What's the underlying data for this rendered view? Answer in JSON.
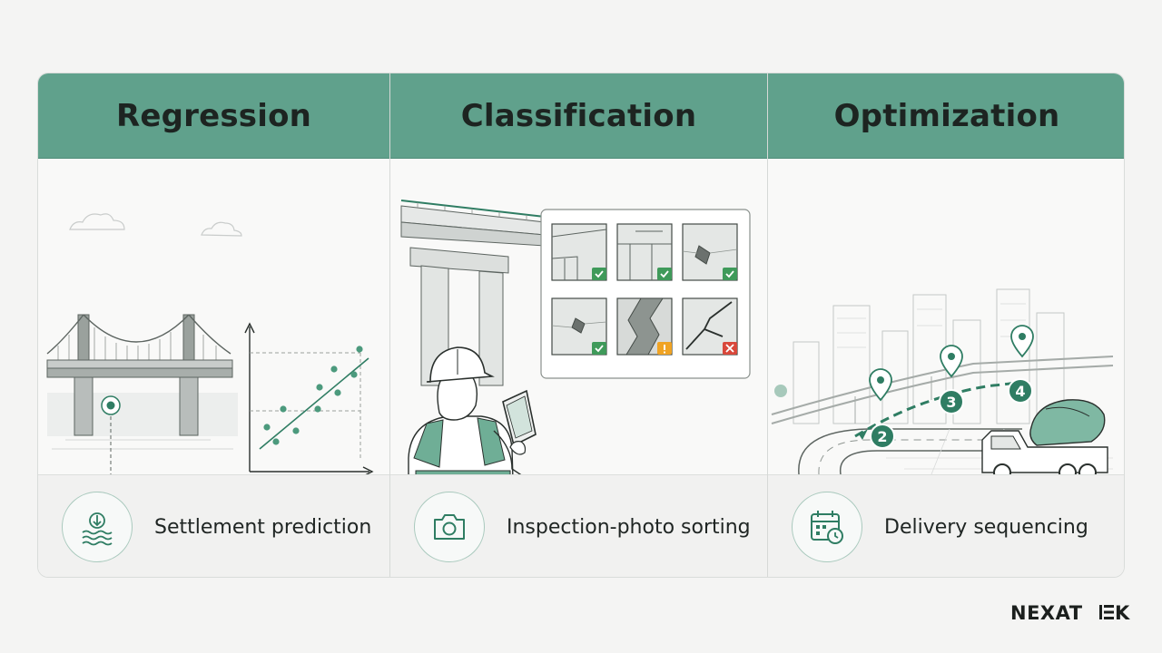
{
  "columns": [
    {
      "title": "Regression",
      "footer_label": "Settlement prediction",
      "footer_icon": "water-level-icon",
      "illustration": "bridge-settlement-scatter-icon"
    },
    {
      "title": "Classification",
      "footer_label": "Inspection-photo sorting",
      "footer_icon": "camera-icon",
      "illustration": "inspector-photo-grid-icon"
    },
    {
      "title": "Optimization",
      "footer_label": "Delivery sequencing",
      "footer_icon": "calendar-clock-icon",
      "illustration": "mixer-truck-route-icon",
      "route_stops": [
        "2",
        "3",
        "4"
      ]
    }
  ],
  "logo": {
    "text": "NEXATEK",
    "left": "NEXAT",
    "right": "K"
  },
  "colors": {
    "header": "#60a18c",
    "accent": "#2f7d63",
    "ok": "#3f9a5a",
    "warn": "#f0a323",
    "error": "#d9483b"
  }
}
